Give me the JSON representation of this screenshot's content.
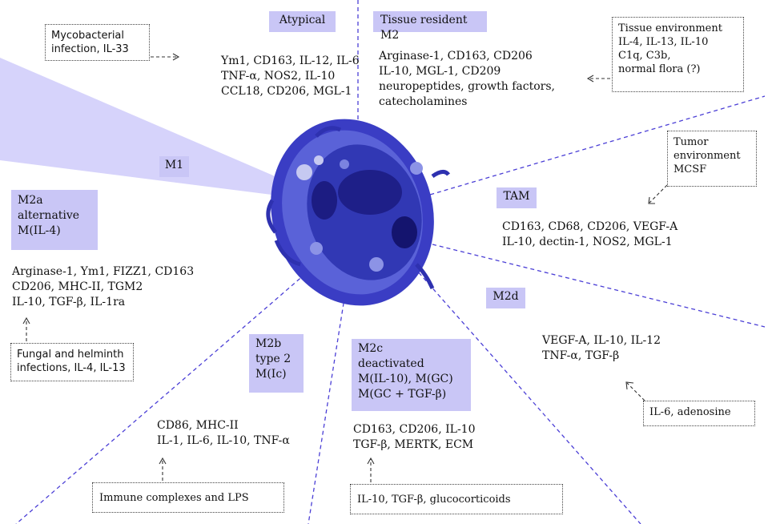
{
  "colors": {
    "accent_box": "#c9c6f6",
    "dash_line": "#4b3fd6",
    "beam": "#d4d1fb",
    "cell": "#3d3fc8"
  },
  "atypical": {
    "label": "Atypical",
    "markers": [
      "Ym1, CD163, IL-12, IL-6",
      "TNF-α, NOS2, IL-10",
      "CCL18, CD206, MGL-1"
    ]
  },
  "mycobacterial": {
    "lines": [
      "Mycobacterial",
      "infection, IL-33"
    ]
  },
  "tissue_resident": {
    "label": "Tissue resident M2",
    "markers": [
      "Arginase-1, CD163, CD206",
      "IL-10, MGL-1, CD209",
      "neuropeptides, growth factors,",
      "catecholamines"
    ]
  },
  "tissue_env": {
    "lines": [
      "Tissue environment",
      "IL-4, IL-13, IL-10",
      "C1q, C3b,",
      "normal flora (?)"
    ]
  },
  "m1": {
    "label": "M1"
  },
  "m2a": {
    "lines": [
      "M2a",
      "alternative",
      "M(IL-4)"
    ],
    "markers": [
      "Arginase-1, Ym1, FIZZ1, CD163",
      "CD206, MHC-II, TGM2",
      "IL-10, TGF-β, IL-1ra"
    ]
  },
  "fungal": {
    "lines": [
      "Fungal and helminth",
      "infections, IL-4, IL-13"
    ]
  },
  "tumor_env": {
    "lines": [
      "Tumor",
      "environment",
      "MCSF"
    ]
  },
  "tam": {
    "label": "TAM",
    "markers": [
      "CD163, CD68, CD206, VEGF-A",
      "IL-10, dectin-1, NOS2, MGL-1"
    ]
  },
  "m2d": {
    "label": "M2d",
    "markers": [
      "VEGF-A, IL-10, IL-12",
      "TNF-α, TGF-β"
    ]
  },
  "il6": {
    "label": "IL-6, adenosine"
  },
  "m2b": {
    "lines": [
      "M2b",
      "type 2",
      "M(Ic)"
    ],
    "markers": [
      "CD86, MHC-II",
      "IL-1, IL-6, IL-10, TNF-α"
    ]
  },
  "immune": {
    "label": "Immune complexes and LPS"
  },
  "m2c": {
    "lines": [
      "M2c",
      "deactivated",
      "M(IL-10), M(GC)",
      "M(GC + TGF-β)"
    ],
    "markers": [
      "CD163, CD206, IL-10",
      "TGF-β, MERTK, ECM"
    ]
  },
  "il10": {
    "label": "IL-10, TGF-β, glucocorticoids"
  }
}
